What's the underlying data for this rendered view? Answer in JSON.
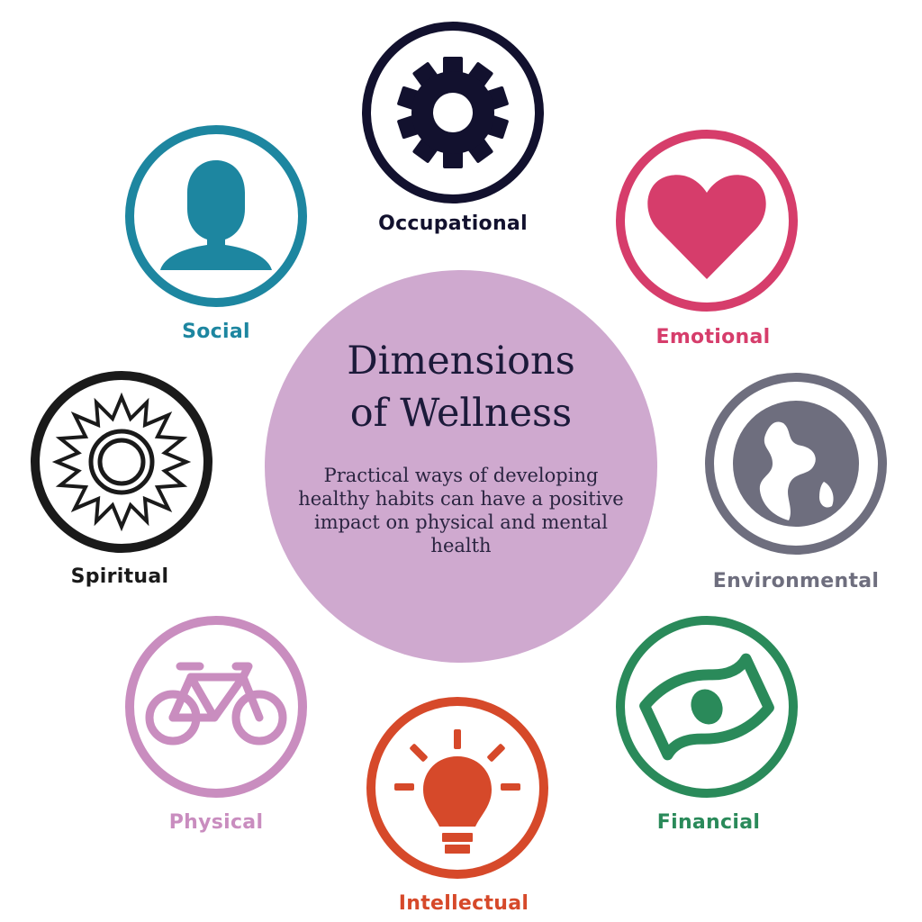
{
  "center": {
    "title_line1": "Dimensions",
    "title_line2": "of Wellness",
    "subtitle": "Practical ways of developing healthy habits can have a positive impact on physical and mental health",
    "fill_color": "#cfa9cf"
  },
  "dimensions": [
    {
      "label": "Occupational",
      "icon": "gear-icon",
      "color": "#12112e"
    },
    {
      "label": "Emotional",
      "icon": "heart-icon",
      "color": "#d63d6b"
    },
    {
      "label": "Environmental",
      "icon": "globe-icon",
      "color": "#6e6e7e"
    },
    {
      "label": "Financial",
      "icon": "money-icon",
      "color": "#2a8a5a"
    },
    {
      "label": "Intellectual",
      "icon": "lightbulb-icon",
      "color": "#d6492a"
    },
    {
      "label": "Physical",
      "icon": "bicycle-icon",
      "color": "#c98dbf"
    },
    {
      "label": "Spiritual",
      "icon": "sun-icon",
      "color": "#1a1a1a"
    },
    {
      "label": "Social",
      "icon": "person-icon",
      "color": "#1d86a0"
    }
  ]
}
